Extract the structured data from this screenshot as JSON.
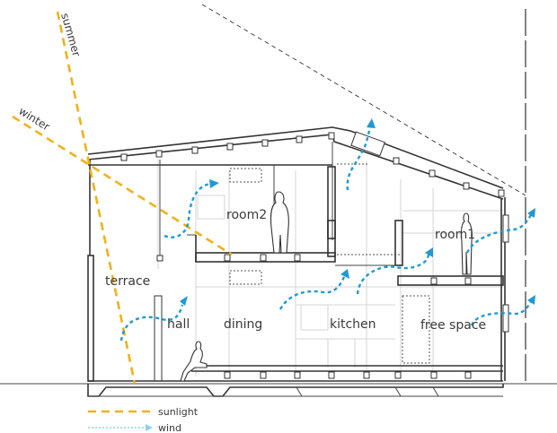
{
  "diagram": {
    "title": "House section: sunlight and wind flow",
    "sun_angles": [
      {
        "label": "summer"
      },
      {
        "label": "winter"
      }
    ],
    "rooms": [
      {
        "label": "room2"
      },
      {
        "label": "room1"
      },
      {
        "label": "terrace"
      },
      {
        "label": "hall"
      },
      {
        "label": "dining"
      },
      {
        "label": "kitchen"
      },
      {
        "label": "free space"
      }
    ],
    "legend": [
      {
        "label": "sunlight",
        "style": "dashed",
        "color": "#f0b21a"
      },
      {
        "label": "wind",
        "style": "dotted-arrow",
        "color": "#1e9ad6"
      }
    ],
    "colors": {
      "sunlight": "#f0b21a",
      "wind": "#1e9ad6",
      "structure": "#333333"
    }
  }
}
